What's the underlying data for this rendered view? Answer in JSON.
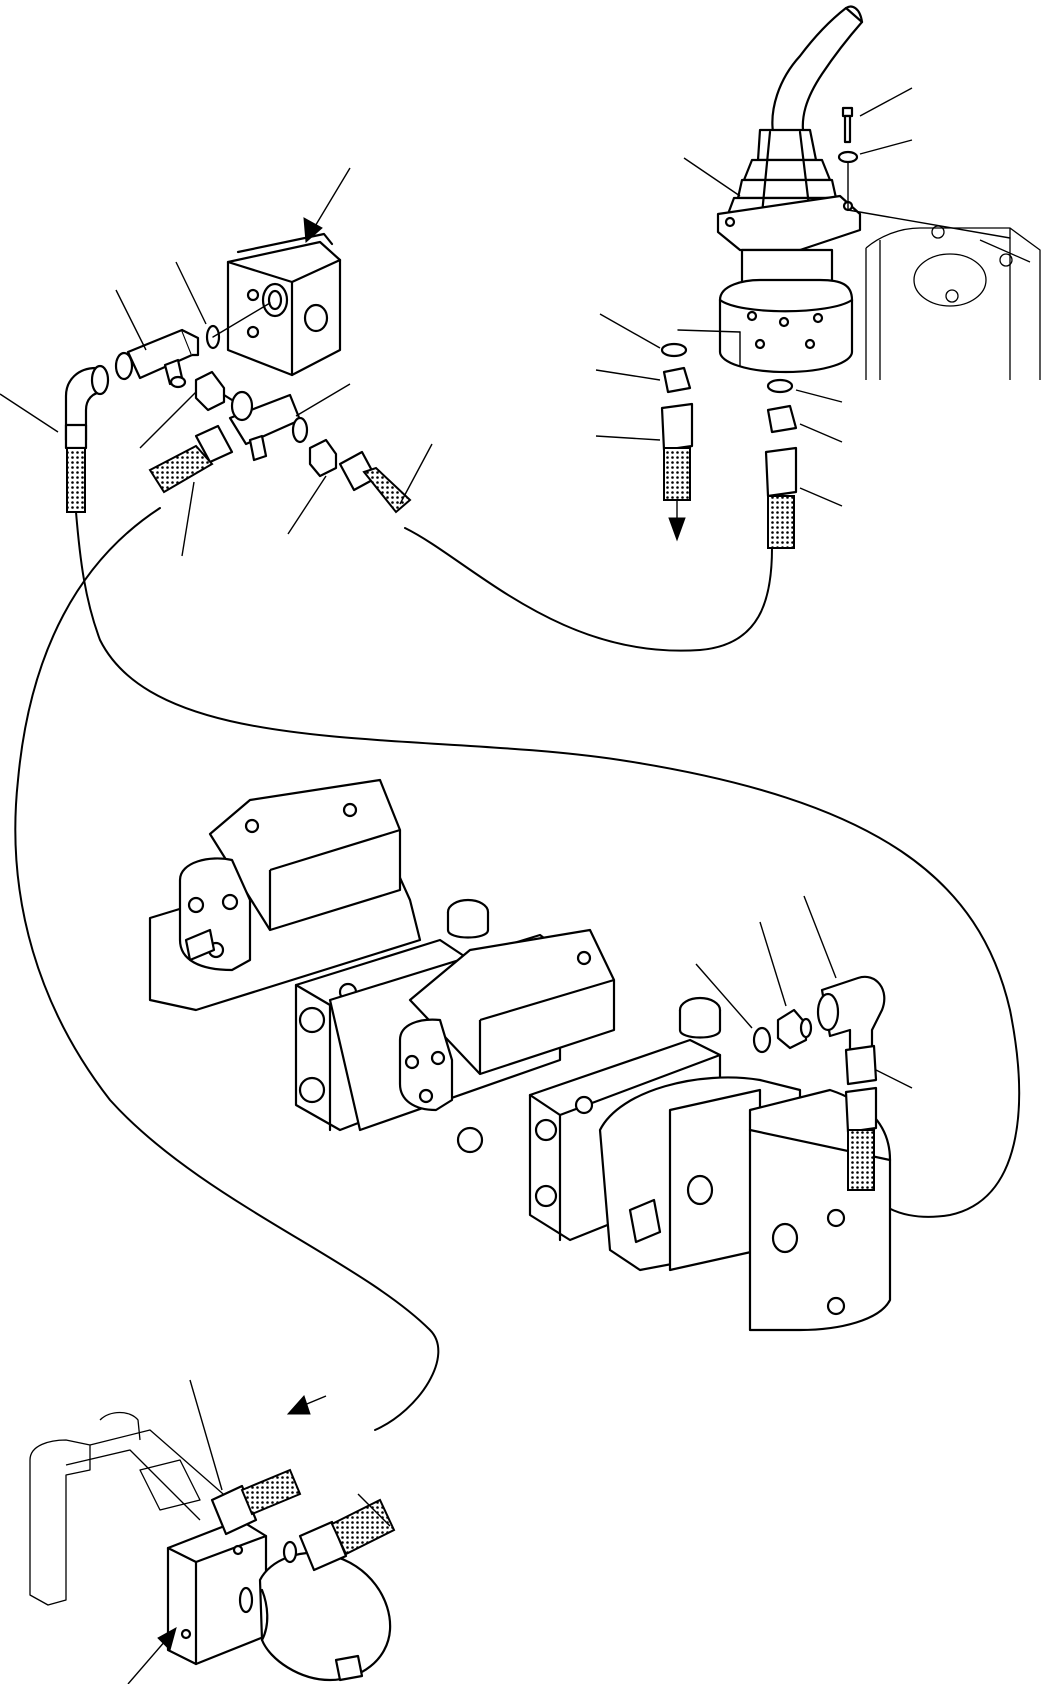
{
  "figure": {
    "labels_shown": false,
    "callout_count": 28,
    "arrow_count": 5,
    "parts": [
      "control-valve-block",
      "tee-fitting-upper",
      "tee-fitting-lower",
      "elbow-fitting-left",
      "joystick-lever",
      "joystick-boot",
      "joystick-base",
      "mounting-bracket",
      "main-control-valve-assembly",
      "pump",
      "elbow-fitting-right",
      "accumulator-valve-block",
      "accumulator"
    ]
  }
}
